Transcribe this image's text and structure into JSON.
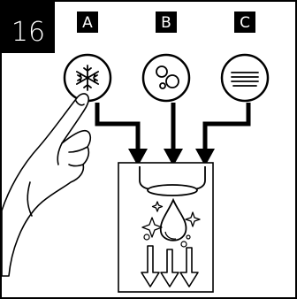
{
  "step": {
    "number": "16"
  },
  "options": [
    {
      "letter": "A",
      "icon": "snowflake-icon"
    },
    {
      "letter": "B",
      "icon": "bubbles-icon"
    },
    {
      "letter": "C",
      "icon": "lines-icon"
    }
  ],
  "colors": {
    "ink": "#000000",
    "paper": "#ffffff",
    "fill": "#ffffff"
  }
}
